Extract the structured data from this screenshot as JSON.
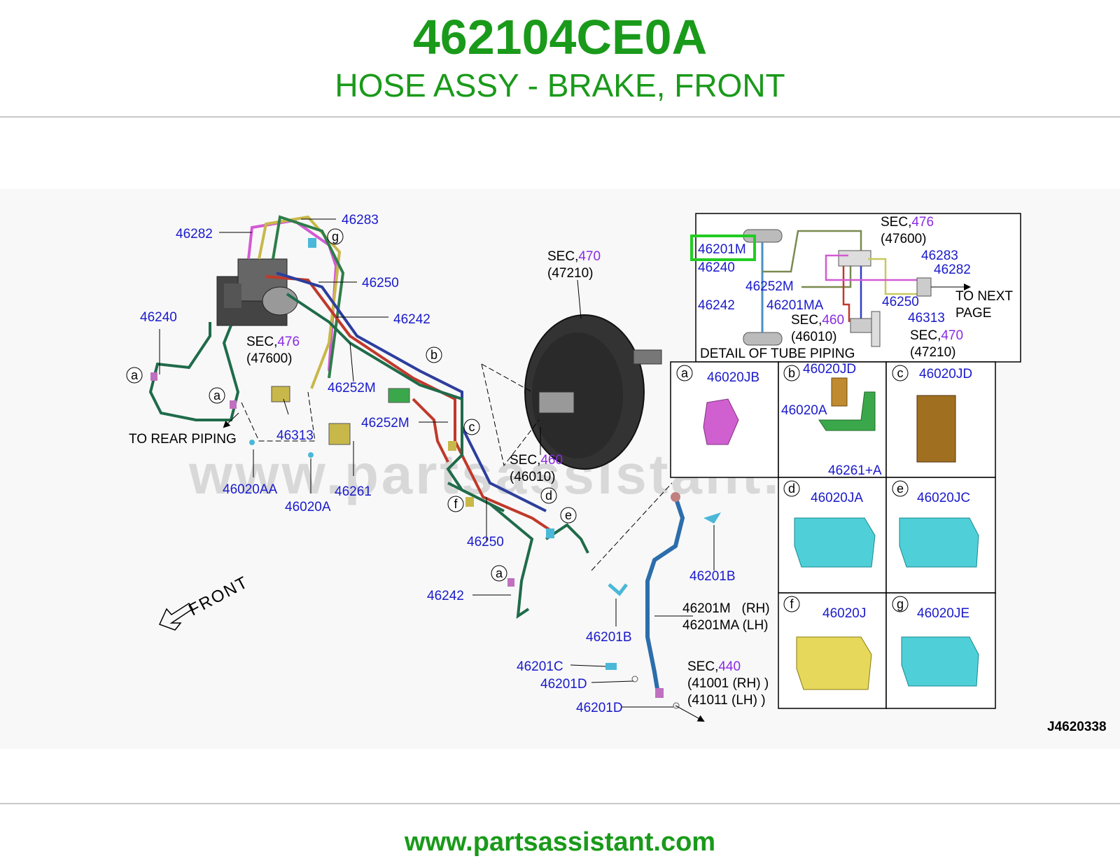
{
  "header": {
    "part_number": "462104CE0A",
    "description": "HOSE ASSY - BRAKE, FRONT"
  },
  "footer": {
    "url": "www.partsassistant.com"
  },
  "colors": {
    "brand_green": "#1a9a1a",
    "callout_blue": "#1a1acc",
    "sec_purple": "#8a2be2",
    "highlight_green": "#22cc22",
    "tube_green": "#1f6b4a",
    "tube_red": "#c0392b",
    "tube_blue": "#2c3e9e",
    "tube_pink": "#d35ad3",
    "tube_yellow": "#c8b84a"
  },
  "diagram": {
    "watermark": "www.partsassistant.com",
    "image_code": "J4620338",
    "main_labels": {
      "l46282": "46282",
      "l46283": "46283",
      "l46250a": "46250",
      "l46242a": "46242",
      "l46240": "46240",
      "sec476_prefix": "SEC,",
      "sec476_num": "476",
      "sec476_sub": "(47600)",
      "l46252m_a": "46252M",
      "l46252m_b": "46252M",
      "to_rear_piping": "TO REAR PIPING",
      "l46313": "46313",
      "l46020aa": "46020AA",
      "l46020a": "46020A",
      "l46261": "46261",
      "sec470_prefix": "SEC,",
      "sec470_num": "470",
      "sec470_sub": "(47210)",
      "sec460_prefix": "SEC,",
      "sec460_num": "460",
      "sec460_sub": "(46010)",
      "l46250b": "46250",
      "l46242b": "46242",
      "l46201b_a": "46201B",
      "l46201b_b": "46201B",
      "l46201m_rh": "46201M   (RH)",
      "l46201ma_lh": "46201MA (LH)",
      "l46201c": "46201C",
      "l46201d_a": "46201D",
      "l46201d_b": "46201D",
      "sec440_prefix": "SEC,",
      "sec440_num": "440",
      "sec440_sub1": "(41001 (RH) )",
      "sec440_sub2": "(41011 (LH) )",
      "front": "FRONT",
      "ref_a1": "a",
      "ref_a2": "a",
      "ref_a3": "a",
      "ref_b": "b",
      "ref_c": "c",
      "ref_d": "d",
      "ref_e": "e",
      "ref_f": "f",
      "ref_g": "g"
    },
    "detail": {
      "title": "DETAIL OF TUBE PIPING",
      "sec476_prefix": "SEC,",
      "sec476_num": "476",
      "sec476_sub": "(47600)",
      "l46201m": "46201M",
      "l46240": "46240",
      "l46252m": "46252M",
      "l46283": "46283",
      "l46282": "46282",
      "to_next_1": "TO NEXT",
      "to_next_2": "PAGE",
      "l46242": "46242",
      "l46201ma": "46201MA",
      "l46250": "46250",
      "l46313": "46313",
      "sec460_prefix": "SEC,",
      "sec460_num": "460",
      "sec460_sub": "(46010)",
      "sec470_prefix": "SEC,",
      "sec470_num": "470",
      "sec470_sub": "(47210)"
    },
    "clips": [
      {
        "ref": "a",
        "part": "46020JB"
      },
      {
        "ref": "b",
        "part": "46020JD",
        "extra1": "46020A",
        "extra2": "46261+A"
      },
      {
        "ref": "c",
        "part": "46020JD"
      },
      {
        "ref": "d",
        "part": "46020JA"
      },
      {
        "ref": "e",
        "part": "46020JC"
      },
      {
        "ref": "f",
        "part": "46020J"
      },
      {
        "ref": "g",
        "part": "46020JE"
      }
    ]
  }
}
